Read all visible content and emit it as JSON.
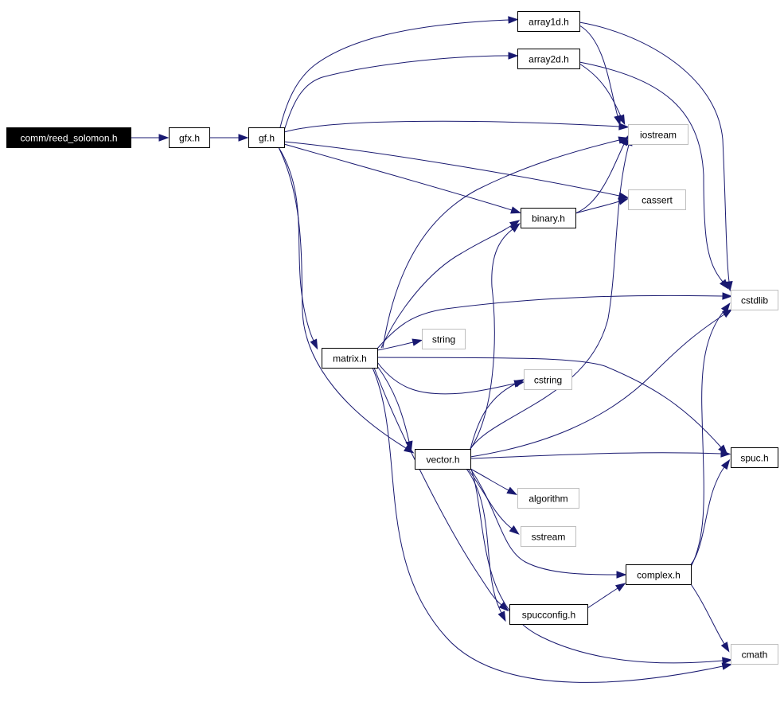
{
  "graph": {
    "root": "comm/reed_solomon.h",
    "colors": {
      "edge": "#191970",
      "root_fill": "#000000",
      "root_text": "#ffffff",
      "node_border": "#000000",
      "external_border": "#bfbfbf",
      "node_text": "#000000"
    },
    "nodes": [
      {
        "id": "reed_solomon",
        "label": "comm/reed_solomon.h",
        "kind": "root"
      },
      {
        "id": "gfx",
        "label": "gfx.h",
        "kind": "file"
      },
      {
        "id": "gf",
        "label": "gf.h",
        "kind": "file"
      },
      {
        "id": "array1d",
        "label": "array1d.h",
        "kind": "file"
      },
      {
        "id": "array2d",
        "label": "array2d.h",
        "kind": "file"
      },
      {
        "id": "iostream",
        "label": "iostream",
        "kind": "external"
      },
      {
        "id": "cassert",
        "label": "cassert",
        "kind": "external"
      },
      {
        "id": "binary",
        "label": "binary.h",
        "kind": "file"
      },
      {
        "id": "cstdlib",
        "label": "cstdlib",
        "kind": "external"
      },
      {
        "id": "string",
        "label": "string",
        "kind": "external"
      },
      {
        "id": "matrix",
        "label": "matrix.h",
        "kind": "file"
      },
      {
        "id": "cstring",
        "label": "cstring",
        "kind": "external"
      },
      {
        "id": "vector",
        "label": "vector.h",
        "kind": "file"
      },
      {
        "id": "spuc",
        "label": "spuc.h",
        "kind": "file"
      },
      {
        "id": "algorithm",
        "label": "algorithm",
        "kind": "external"
      },
      {
        "id": "sstream",
        "label": "sstream",
        "kind": "external"
      },
      {
        "id": "complex",
        "label": "complex.h",
        "kind": "file"
      },
      {
        "id": "spucconfig",
        "label": "spucconfig.h",
        "kind": "file"
      },
      {
        "id": "cmath",
        "label": "cmath",
        "kind": "external"
      }
    ],
    "edges": [
      {
        "from": "reed_solomon",
        "to": "gfx"
      },
      {
        "from": "gfx",
        "to": "gf"
      },
      {
        "from": "gf",
        "to": "array1d"
      },
      {
        "from": "gf",
        "to": "array2d"
      },
      {
        "from": "gf",
        "to": "iostream"
      },
      {
        "from": "gf",
        "to": "cassert"
      },
      {
        "from": "gf",
        "to": "binary"
      },
      {
        "from": "gf",
        "to": "matrix"
      },
      {
        "from": "gf",
        "to": "vector"
      },
      {
        "from": "array1d",
        "to": "iostream"
      },
      {
        "from": "array1d",
        "to": "cstdlib"
      },
      {
        "from": "array2d",
        "to": "iostream"
      },
      {
        "from": "array2d",
        "to": "cstdlib"
      },
      {
        "from": "binary",
        "to": "iostream"
      },
      {
        "from": "binary",
        "to": "cassert"
      },
      {
        "from": "matrix",
        "to": "iostream"
      },
      {
        "from": "matrix",
        "to": "binary"
      },
      {
        "from": "matrix",
        "to": "cstdlib"
      },
      {
        "from": "matrix",
        "to": "string"
      },
      {
        "from": "matrix",
        "to": "cstring"
      },
      {
        "from": "matrix",
        "to": "spuc"
      },
      {
        "from": "matrix",
        "to": "vector"
      },
      {
        "from": "matrix",
        "to": "spucconfig"
      },
      {
        "from": "matrix",
        "to": "cmath"
      },
      {
        "from": "vector",
        "to": "iostream"
      },
      {
        "from": "vector",
        "to": "binary"
      },
      {
        "from": "vector",
        "to": "cstdlib"
      },
      {
        "from": "vector",
        "to": "cstring"
      },
      {
        "from": "vector",
        "to": "spuc"
      },
      {
        "from": "vector",
        "to": "algorithm"
      },
      {
        "from": "vector",
        "to": "sstream"
      },
      {
        "from": "vector",
        "to": "complex"
      },
      {
        "from": "vector",
        "to": "spucconfig"
      },
      {
        "from": "vector",
        "to": "cmath"
      },
      {
        "from": "complex",
        "to": "spuc"
      },
      {
        "from": "complex",
        "to": "cstdlib"
      },
      {
        "from": "complex",
        "to": "cmath"
      },
      {
        "from": "spucconfig",
        "to": "complex"
      }
    ]
  }
}
